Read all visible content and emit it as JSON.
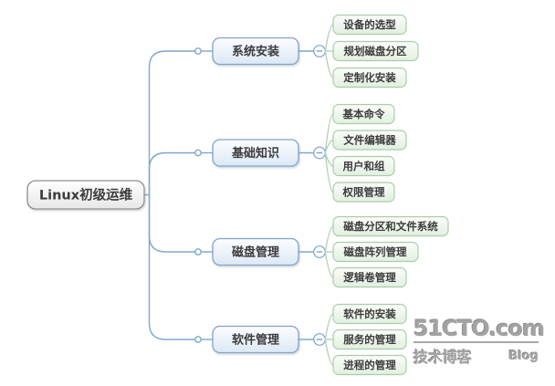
{
  "map": {
    "root": {
      "label": "Linux初级运维"
    },
    "collapse_symbol": "-",
    "branches": [
      {
        "label": "系统安装",
        "children": [
          {
            "label": "设备的选型"
          },
          {
            "label": "规划磁盘分区"
          },
          {
            "label": "定制化安装"
          }
        ]
      },
      {
        "label": "基础知识",
        "children": [
          {
            "label": "基本命令"
          },
          {
            "label": "文件编辑器"
          },
          {
            "label": "用户和组"
          },
          {
            "label": "权限管理"
          }
        ]
      },
      {
        "label": "磁盘管理",
        "children": [
          {
            "label": "磁盘分区和文件系统"
          },
          {
            "label": "磁盘阵列管理"
          },
          {
            "label": "逻辑卷管理"
          }
        ]
      },
      {
        "label": "软件管理",
        "children": [
          {
            "label": "软件的安装"
          },
          {
            "label": "服务的管理"
          },
          {
            "label": "进程的管理"
          }
        ]
      }
    ]
  },
  "watermark": {
    "site": "51CTO.com",
    "tagline": "技术博客",
    "blog": "Blog"
  },
  "colors": {
    "connector_blue": "#7fa6cd",
    "connector_green": "#aed0ae",
    "branch_border": "#7da3cc",
    "branch_fill_bottom": "#dbe8f5",
    "child_border": "#a9cdaa",
    "child_fill_bottom": "#e2efe0",
    "root_border": "#8f8f8f",
    "watermark_gray": "#a3a3a3"
  }
}
